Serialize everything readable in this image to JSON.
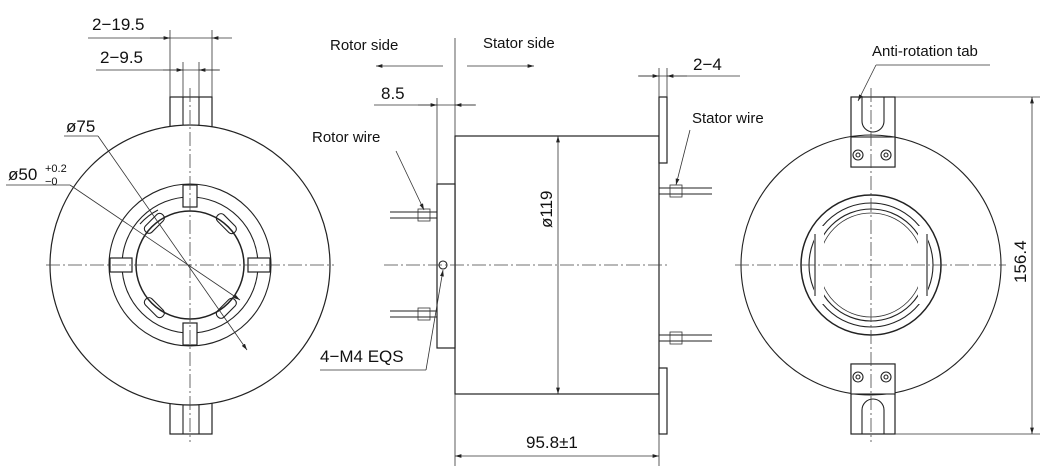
{
  "front_view": {
    "dim_tab_outer": "2−19.5",
    "dim_tab_inner": "2−9.5",
    "dia_75": "ø75",
    "dia_50_main": "ø50",
    "dia_50_upper_tol": "+0.2",
    "dia_50_lower_tol": "−0",
    "screws": "4−M4  EQS"
  },
  "side_view": {
    "rotor_side": "Rotor side",
    "stator_side": "Stator side",
    "rotor_wire": "Rotor wire",
    "stator_wire": "Stator wire",
    "dim_flange": "8.5",
    "dim_tab": "2−4",
    "dia_119": "ø119",
    "length": "95.8±1"
  },
  "back_view": {
    "anti_rotation_tab": "Anti-rotation tab",
    "height": "156.4"
  }
}
